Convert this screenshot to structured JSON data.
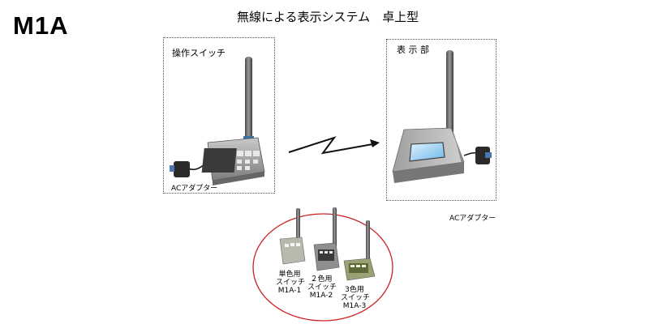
{
  "model_code": "M1A",
  "title": "無線による表示システム　卓上型",
  "switch_panel": {
    "label": "操作スイッチ",
    "adapter_label": "ACアダプター"
  },
  "display_panel": {
    "label": "表 示 部",
    "adapter_label": "ACアダプター"
  },
  "variants": [
    {
      "line1": "単色用",
      "line2": "スイッチ",
      "line3": "M1A-1"
    },
    {
      "line1": "２色用",
      "line2": "スイッチ",
      "line3": "M1A-2"
    },
    {
      "line1": "3色用",
      "line2": "スイッチ",
      "line3": "M1A-3"
    }
  ]
}
